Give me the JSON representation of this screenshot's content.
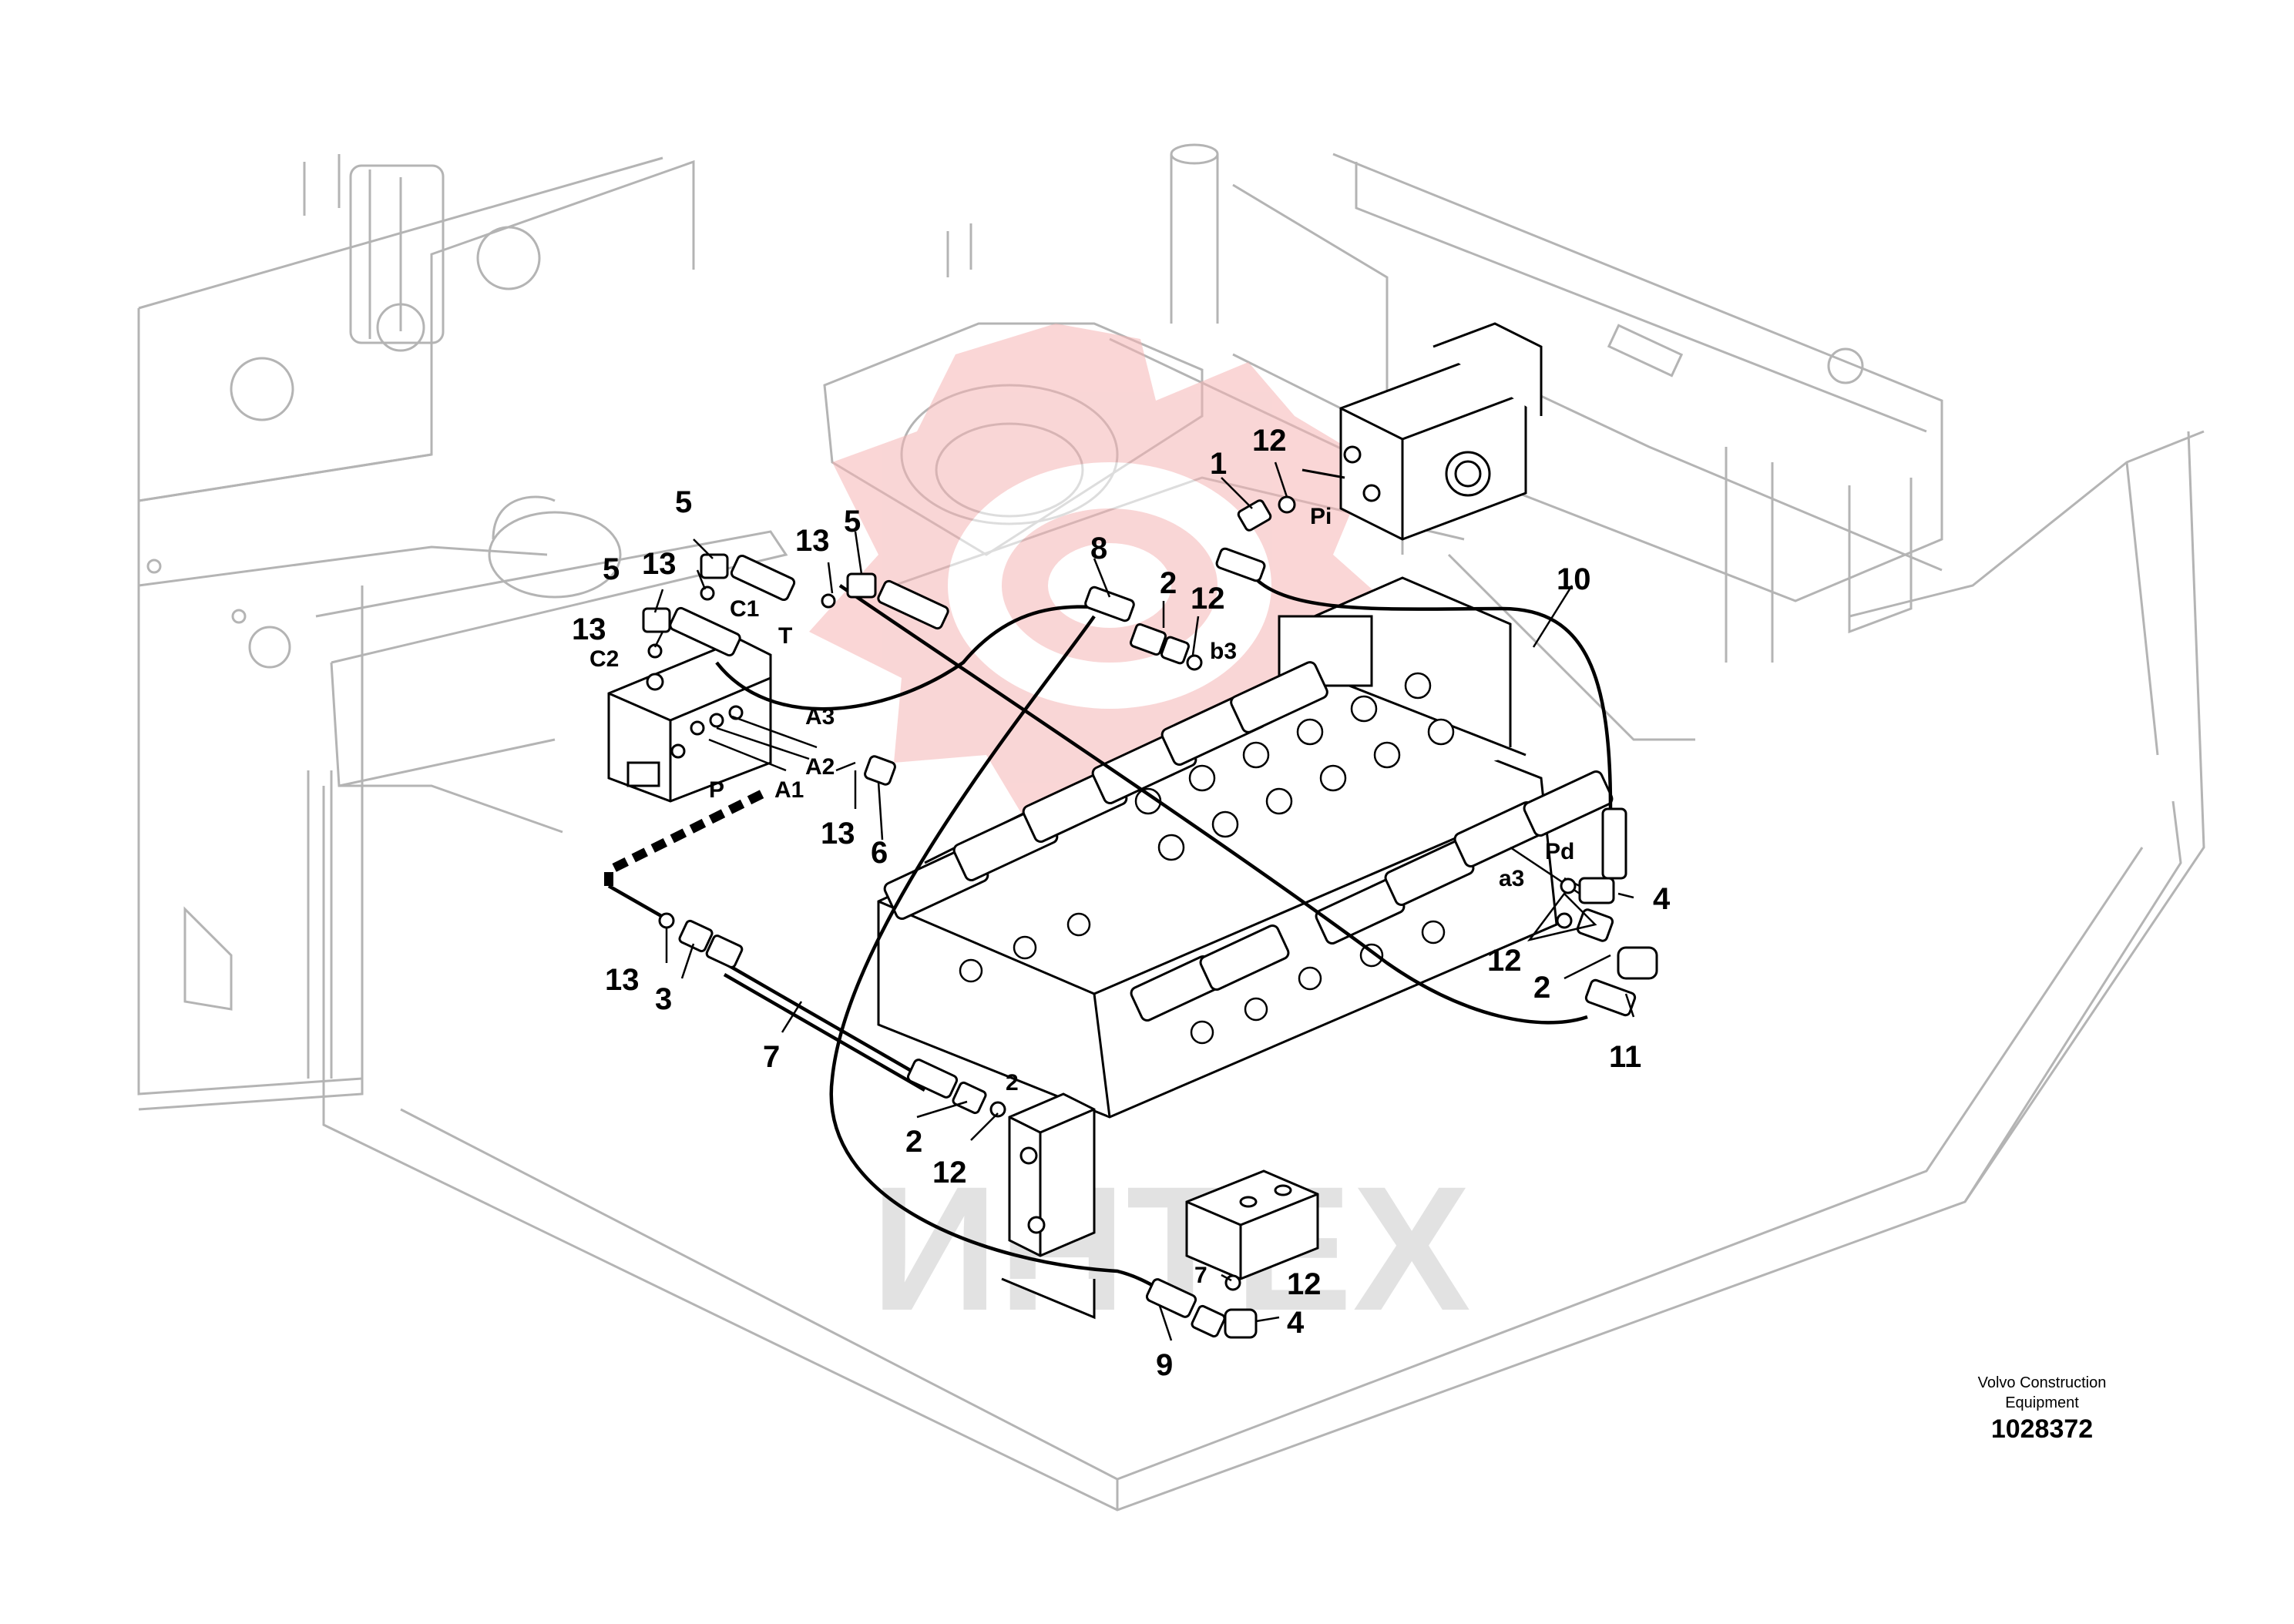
{
  "callouts": {
    "c1": "1",
    "c12a": "12",
    "c5a": "5",
    "c5b": "5",
    "c5c": "5",
    "c13a": "13",
    "c13b": "13",
    "c13c": "13",
    "c13d": "13",
    "c13e": "13",
    "c8": "8",
    "c2a": "2",
    "c12b": "12",
    "c10": "10",
    "c6": "6",
    "c4a": "4",
    "c12c": "12",
    "c2b": "2",
    "c11": "11",
    "c3": "3",
    "c7": "7",
    "c2c": "2",
    "c12d": "12",
    "c12e": "12",
    "c4b": "4",
    "c9": "9"
  },
  "ports": {
    "pi": "Pi",
    "c1": "C1",
    "c2": "C2",
    "t": "T",
    "b3": "b3",
    "a3": "A3",
    "a2": "A2",
    "a1": "A1",
    "p": "P",
    "pd": "Pd",
    "a3l": "a3",
    "n2": "2",
    "n7": "7"
  },
  "watermark": "ИНТЕХ",
  "footer": {
    "company_line1": "Volvo Construction",
    "company_line2": "Equipment",
    "drawing_number": "1028372"
  },
  "colors": {
    "watermark_logo": "#f5b5b5",
    "watermark_text": "#dcdcdc",
    "ghost_lines": "#b4b4b4"
  }
}
